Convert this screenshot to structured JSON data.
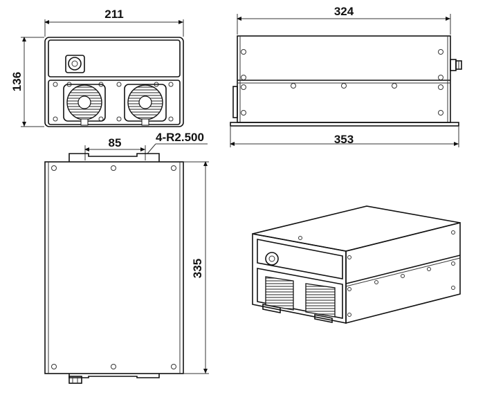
{
  "dimensions": {
    "front_width": "211",
    "front_height": "136",
    "side_length": "324",
    "side_overall": "353",
    "mount_spacing": "85",
    "mount_radius": "4-R2.500",
    "top_length": "335"
  },
  "colors": {
    "line": "#222222",
    "background": "#ffffff"
  }
}
